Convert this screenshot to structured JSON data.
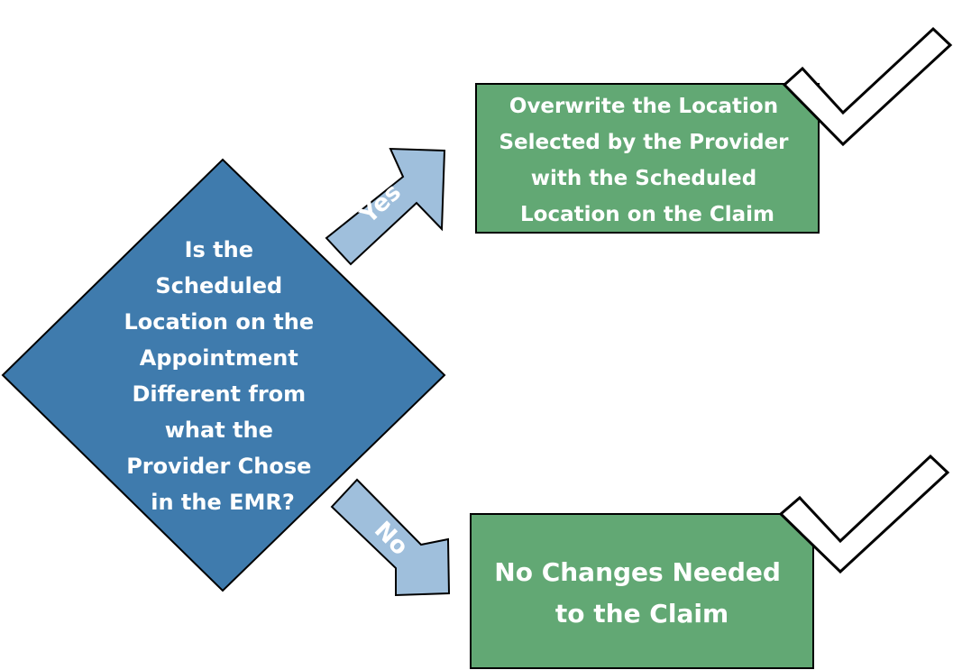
{
  "decision": {
    "lines": [
      "Is the",
      "Scheduled",
      "Location on the",
      "Appointment",
      "Different from",
      "what the",
      "Provider Chose",
      "in the EMR?"
    ]
  },
  "yes_branch": {
    "label": "Yes",
    "result_lines": [
      "Overwrite the Location",
      "Selected by the Provider",
      "with the Scheduled",
      "Location on the Claim"
    ]
  },
  "no_branch": {
    "label": "No",
    "result_lines": [
      "No Changes Needed",
      "to the Claim"
    ]
  },
  "colors": {
    "decision_fill": "#3f7bad",
    "result_fill": "#62a874",
    "arrow_fill": "#9fbfdc",
    "outline": "#000000",
    "text": "#ffffff"
  },
  "icons": {
    "result_marker": "checkmark-icon"
  }
}
